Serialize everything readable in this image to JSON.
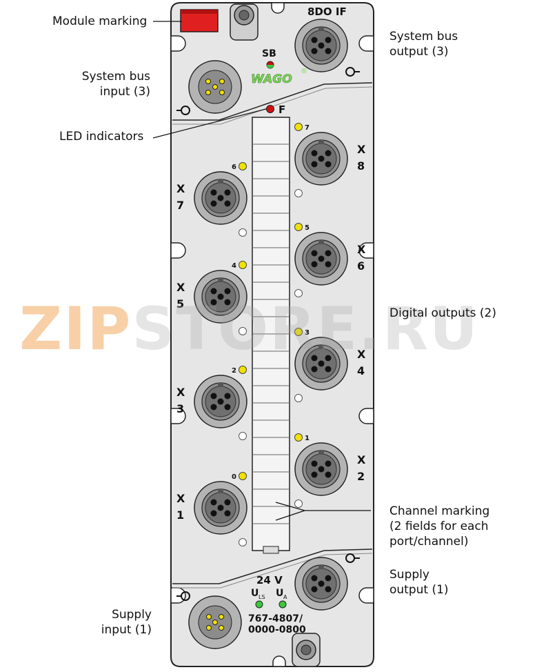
{
  "module": {
    "name": "8DO IF",
    "part_number_line1": "767-4807/",
    "part_number_line2": "0000-0800",
    "brand": "WAGO",
    "sb_label": "SB",
    "f_label": "F",
    "voltage": "24 V",
    "uls_label": "U",
    "uls_sub": "LS",
    "ua_label": "U",
    "ua_sub": "A"
  },
  "callouts": {
    "module_marking": "Module marking",
    "system_bus_input_1": "System bus",
    "system_bus_input_2": "input (3)",
    "system_bus_output_1": "System bus",
    "system_bus_output_2": "output (3)",
    "led_indicators": "LED indicators",
    "digital_outputs": "Digital outputs (2)",
    "channel_marking_1": "Channel marking",
    "channel_marking_2": "(2 fields for each",
    "channel_marking_3": "port/channel)",
    "supply_output_1": "Supply",
    "supply_output_2": "output (1)",
    "supply_input_1": "Supply",
    "supply_input_2": "input (1)"
  },
  "ports": [
    {
      "x_label": "X",
      "num": "1",
      "led_num": "0"
    },
    {
      "x_label": "X",
      "num": "2",
      "led_num": "1"
    },
    {
      "x_label": "X",
      "num": "3",
      "led_num": "2"
    },
    {
      "x_label": "X",
      "num": "4",
      "led_num": "3"
    },
    {
      "x_label": "X",
      "num": "5",
      "led_num": "4"
    },
    {
      "x_label": "X",
      "num": "6",
      "led_num": "5"
    },
    {
      "x_label": "X",
      "num": "7",
      "led_num": "6"
    },
    {
      "x_label": "X",
      "num": "8",
      "led_num": "7"
    }
  ],
  "watermark": {
    "part1": "ZIP",
    "part2": "STORE.RU"
  },
  "colors": {
    "housing": "#e6e6e6",
    "connector_ring": "#b4b4b4",
    "connector_face": "#707070",
    "led_yellow": "#f2e200",
    "led_red": "#d01010",
    "led_green": "#3cc83c",
    "marking_red": "#e02020",
    "brand_green": "#7ed957"
  }
}
